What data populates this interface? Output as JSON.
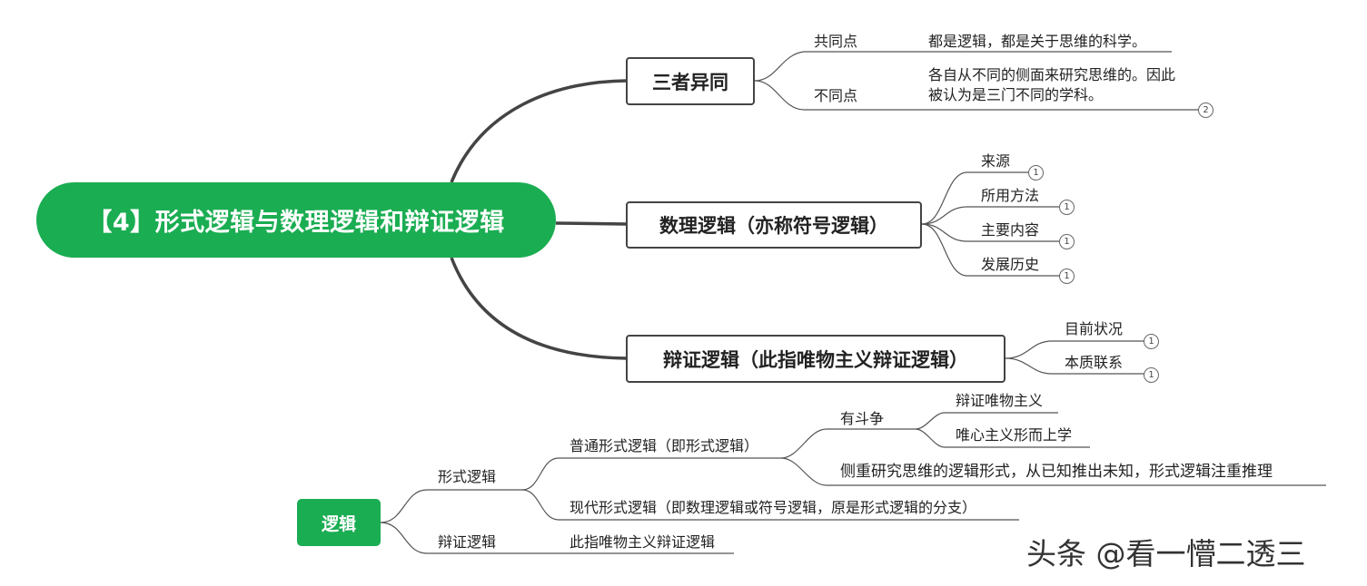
{
  "root": "【4】形式逻辑与数理逻辑和辩证逻辑",
  "branches": {
    "b1": {
      "label": "三者异同",
      "common": {
        "label": "共同点",
        "text": "都是逻辑，都是关于思维的科学。"
      },
      "diff": {
        "label": "不同点",
        "text": "各自从不同的侧面来研究思维的。因此被认为是三门不同的学科。",
        "count": "2"
      }
    },
    "b2": {
      "label": "数理逻辑（亦称符号逻辑）",
      "items": [
        {
          "label": "来源",
          "count": "1"
        },
        {
          "label": "所用方法",
          "count": "1"
        },
        {
          "label": "主要内容",
          "count": "1"
        },
        {
          "label": "发展历史",
          "count": "1"
        }
      ]
    },
    "b3": {
      "label": "辩证逻辑（此指唯物主义辩证逻辑）",
      "items": [
        {
          "label": "目前状况",
          "count": "1"
        },
        {
          "label": "本质联系",
          "count": "1"
        }
      ]
    }
  },
  "logic_tree": {
    "root": "逻辑",
    "formal": {
      "label": "形式逻辑",
      "general": {
        "label": "普通形式逻辑（即形式逻辑）",
        "struggle": {
          "label": "有斗争",
          "items": [
            "辩证唯物主义",
            "唯心主义形而上学"
          ]
        },
        "focus": "侧重研究思维的逻辑形式，从已知推出未知，形式逻辑注重推理"
      },
      "modern": "现代形式逻辑（即数理逻辑或符号逻辑，原是形式逻辑的分支）"
    },
    "dialectic": {
      "label": "辩证逻辑",
      "text": "此指唯物主义辩证逻辑"
    }
  },
  "watermark": "头条 @看一懵二透三",
  "colors": {
    "root_green": "#1aad52",
    "line": "#444444"
  }
}
